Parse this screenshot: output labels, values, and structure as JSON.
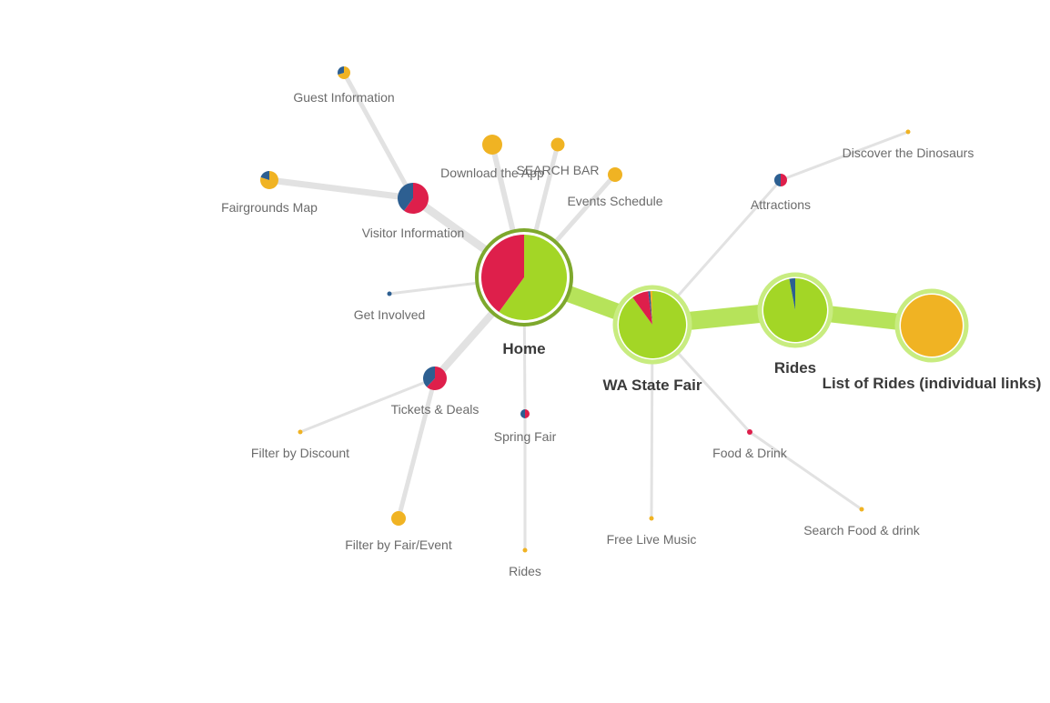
{
  "colors": {
    "green": "#a3d626",
    "red": "#de1f4b",
    "blue": "#2d5f91",
    "orange": "#f0b323",
    "ring_home": "#7ea82d",
    "ring_light": "#c8ec80"
  },
  "nodes": [
    {
      "id": "home",
      "label": "Home",
      "emphasis": true,
      "slices": [
        {
          "c": "green",
          "v": 60
        },
        {
          "c": "red",
          "v": 40
        }
      ]
    },
    {
      "id": "wa-state-fair",
      "label": "WA State Fair",
      "emphasis": true,
      "slices": [
        {
          "c": "green",
          "v": 90
        },
        {
          "c": "red",
          "v": 8
        },
        {
          "c": "blue",
          "v": 1
        },
        {
          "c": "orange",
          "v": 1
        }
      ]
    },
    {
      "id": "rides-main",
      "label": "Rides",
      "emphasis": true,
      "slices": [
        {
          "c": "green",
          "v": 97
        },
        {
          "c": "blue",
          "v": 3
        }
      ]
    },
    {
      "id": "list-of-rides",
      "label": "List of Rides (individual links)",
      "emphasis": true,
      "slices": [
        {
          "c": "orange",
          "v": 100
        }
      ]
    },
    {
      "id": "guest-information",
      "label": "Guest Information",
      "slices": [
        {
          "c": "orange",
          "v": 70
        },
        {
          "c": "blue",
          "v": 30
        }
      ]
    },
    {
      "id": "fairgrounds-map",
      "label": "Fairgrounds Map",
      "slices": [
        {
          "c": "orange",
          "v": 80
        },
        {
          "c": "blue",
          "v": 20
        }
      ]
    },
    {
      "id": "visitor-information",
      "label": "Visitor Information",
      "slices": [
        {
          "c": "red",
          "v": 60
        },
        {
          "c": "blue",
          "v": 40
        }
      ]
    },
    {
      "id": "download-the-app",
      "label": "Download the App",
      "slices": [
        {
          "c": "orange",
          "v": 100
        }
      ]
    },
    {
      "id": "search-bar",
      "label": "SEARCH BAR",
      "slices": [
        {
          "c": "orange",
          "v": 100
        }
      ]
    },
    {
      "id": "events-schedule",
      "label": "Events Schedule",
      "slices": [
        {
          "c": "orange",
          "v": 100
        }
      ]
    },
    {
      "id": "get-involved",
      "label": "Get Involved",
      "slices": [
        {
          "c": "blue",
          "v": 100
        }
      ]
    },
    {
      "id": "tickets-deals",
      "label": "Tickets & Deals",
      "slices": [
        {
          "c": "red",
          "v": 62
        },
        {
          "c": "blue",
          "v": 38
        }
      ]
    },
    {
      "id": "filter-by-discount",
      "label": "Filter by Discount",
      "slices": [
        {
          "c": "orange",
          "v": 100
        }
      ]
    },
    {
      "id": "filter-by-fair-event",
      "label": "Filter by Fair/Event",
      "slices": [
        {
          "c": "orange",
          "v": 100
        }
      ]
    },
    {
      "id": "spring-fair",
      "label": "Spring Fair",
      "slices": [
        {
          "c": "red",
          "v": 50
        },
        {
          "c": "blue",
          "v": 50
        }
      ]
    },
    {
      "id": "rides-spring",
      "label": "Rides",
      "slices": [
        {
          "c": "orange",
          "v": 100
        }
      ]
    },
    {
      "id": "attractions",
      "label": "Attractions",
      "slices": [
        {
          "c": "red",
          "v": 50
        },
        {
          "c": "blue",
          "v": 50
        }
      ]
    },
    {
      "id": "discover-the-dinosaurs",
      "label": "Discover the Dinosaurs",
      "slices": [
        {
          "c": "orange",
          "v": 100
        }
      ]
    },
    {
      "id": "free-live-music",
      "label": "Free Live Music",
      "slices": [
        {
          "c": "orange",
          "v": 100
        }
      ]
    },
    {
      "id": "food-drink",
      "label": "Food & Drink",
      "slices": [
        {
          "c": "red",
          "v": 100
        }
      ]
    },
    {
      "id": "search-food-drink",
      "label": "Search Food & drink",
      "slices": [
        {
          "c": "orange",
          "v": 100
        }
      ]
    }
  ],
  "edges": [
    {
      "from": "home",
      "to": "wa-state-fair",
      "path": true
    },
    {
      "from": "wa-state-fair",
      "to": "rides-main",
      "path": true
    },
    {
      "from": "rides-main",
      "to": "list-of-rides",
      "path": true
    },
    {
      "from": "home",
      "to": "visitor-information"
    },
    {
      "from": "home",
      "to": "download-the-app"
    },
    {
      "from": "home",
      "to": "search-bar"
    },
    {
      "from": "home",
      "to": "events-schedule"
    },
    {
      "from": "home",
      "to": "get-involved"
    },
    {
      "from": "home",
      "to": "tickets-deals"
    },
    {
      "from": "home",
      "to": "spring-fair"
    },
    {
      "from": "visitor-information",
      "to": "guest-information"
    },
    {
      "from": "visitor-information",
      "to": "fairgrounds-map"
    },
    {
      "from": "tickets-deals",
      "to": "filter-by-discount"
    },
    {
      "from": "tickets-deals",
      "to": "filter-by-fair-event"
    },
    {
      "from": "spring-fair",
      "to": "rides-spring"
    },
    {
      "from": "wa-state-fair",
      "to": "attractions"
    },
    {
      "from": "wa-state-fair",
      "to": "free-live-music"
    },
    {
      "from": "wa-state-fair",
      "to": "food-drink"
    },
    {
      "from": "attractions",
      "to": "discover-the-dinosaurs"
    },
    {
      "from": "food-drink",
      "to": "search-food-drink"
    }
  ]
}
